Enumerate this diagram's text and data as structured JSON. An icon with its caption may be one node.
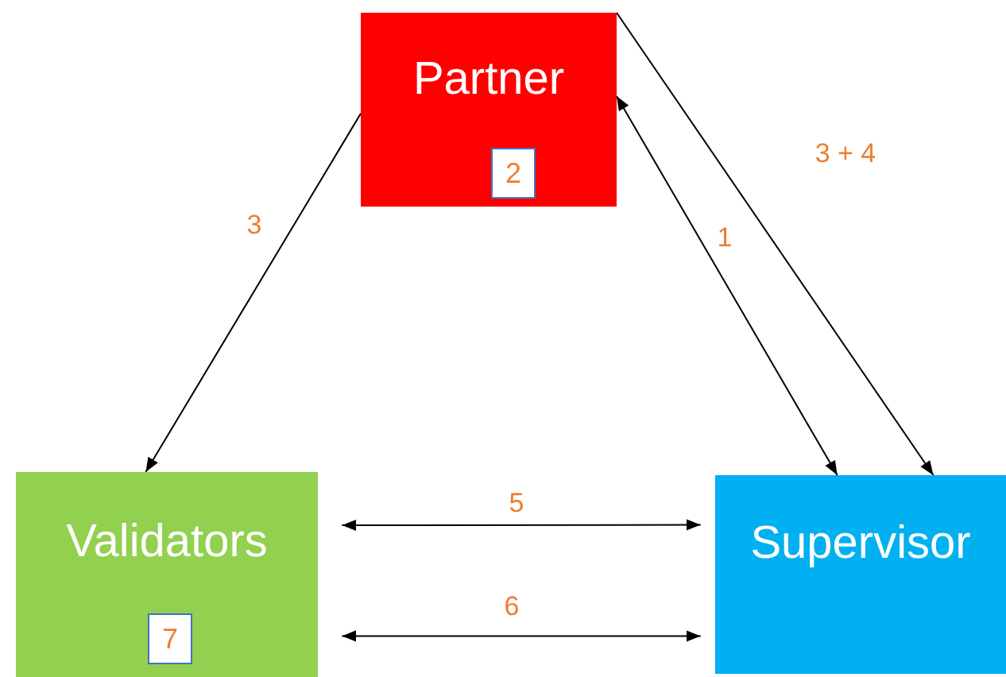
{
  "diagram": {
    "nodes": [
      {
        "text": [
          "Partner"
        ]
      },
      {
        "text": [
          "2"
        ],
        "in": 0
      },
      {
        "text": [
          "Validators"
        ]
      },
      {
        "text": [
          "7"
        ],
        "in": 2
      },
      {
        "text": [
          "Supervisor"
        ]
      }
    ],
    "edges": [
      {
        "from": 0,
        "to": 2,
        "arrow": "to",
        "label": "3"
      },
      {
        "from": 0,
        "to": 4,
        "arrow": "both",
        "label": "1"
      },
      {
        "from": 0,
        "to": 4,
        "arrow": "to",
        "label": "3 + 4"
      },
      {
        "from": 2,
        "to": 4,
        "arrow": "both",
        "label": "5"
      },
      {
        "from": 2,
        "to": 4,
        "arrow": "both",
        "label": "6"
      }
    ]
  }
}
